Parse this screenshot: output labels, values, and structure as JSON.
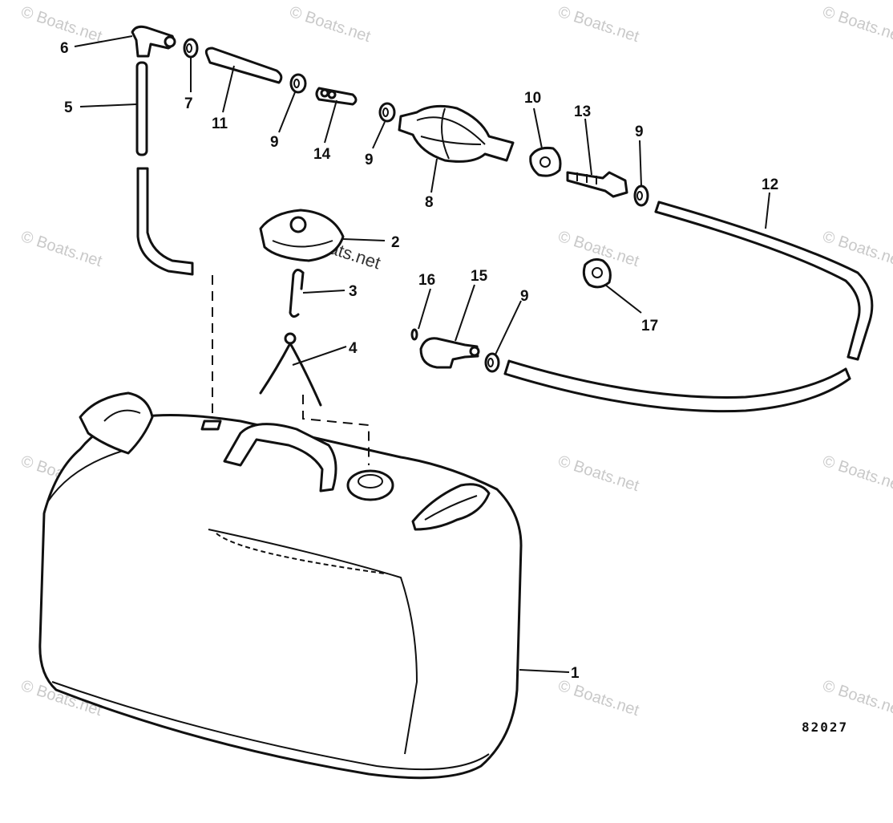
{
  "diagram": {
    "drawing_number": "82027",
    "watermark_text": "© Boats.net",
    "callouts": [
      {
        "id": "c1",
        "label": "1"
      },
      {
        "id": "c2",
        "label": "2"
      },
      {
        "id": "c3",
        "label": "3"
      },
      {
        "id": "c4",
        "label": "4"
      },
      {
        "id": "c5",
        "label": "5"
      },
      {
        "id": "c6",
        "label": "6"
      },
      {
        "id": "c7",
        "label": "7"
      },
      {
        "id": "c8",
        "label": "8"
      },
      {
        "id": "c9a",
        "label": "9"
      },
      {
        "id": "c9b",
        "label": "9"
      },
      {
        "id": "c9c",
        "label": "9"
      },
      {
        "id": "c9d",
        "label": "9"
      },
      {
        "id": "c10",
        "label": "10"
      },
      {
        "id": "c11",
        "label": "11"
      },
      {
        "id": "c12",
        "label": "12"
      },
      {
        "id": "c13",
        "label": "13"
      },
      {
        "id": "c14",
        "label": "14"
      },
      {
        "id": "c15",
        "label": "15"
      },
      {
        "id": "c16",
        "label": "16"
      },
      {
        "id": "c17",
        "label": "17"
      }
    ]
  }
}
